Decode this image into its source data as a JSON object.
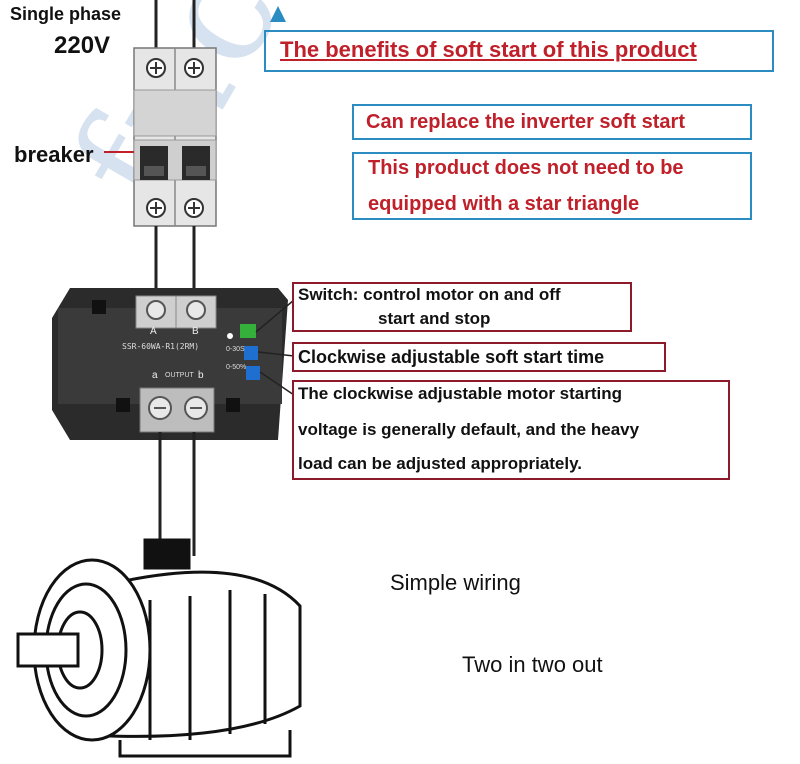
{
  "labels": {
    "single_phase": "Single phase",
    "voltage": "220V",
    "breaker": "breaker",
    "simple_wiring": "Simple wiring",
    "two_in_two_out": "Two in two out"
  },
  "title_box": {
    "text": "The benefits of soft start of this product"
  },
  "benefits": [
    "Can replace the inverter soft start",
    "This product does not need to be",
    "equipped with a star triangle"
  ],
  "callouts": {
    "switch_line1": "Switch: control motor on and off",
    "switch_line2": "start and stop",
    "soft_start_time": "Clockwise adjustable soft start time",
    "voltage_line1": "The clockwise adjustable motor starting",
    "voltage_line2": "voltage is generally default, and the heavy",
    "voltage_line3": "load can be adjusted appropriately."
  },
  "module": {
    "model": "SSR-60WA-R1(2RM)",
    "terminal_a": "A",
    "terminal_b": "B",
    "output_a": "a",
    "output_b": "b",
    "output_label": "OUTPUT",
    "range_time": "0-30S",
    "range_voltage": "0-50%"
  },
  "watermark": "fuchuang",
  "colors": {
    "blue_box": "#2a8cc0",
    "red_box": "#8b1a2b",
    "red_text": "#c0202a"
  }
}
